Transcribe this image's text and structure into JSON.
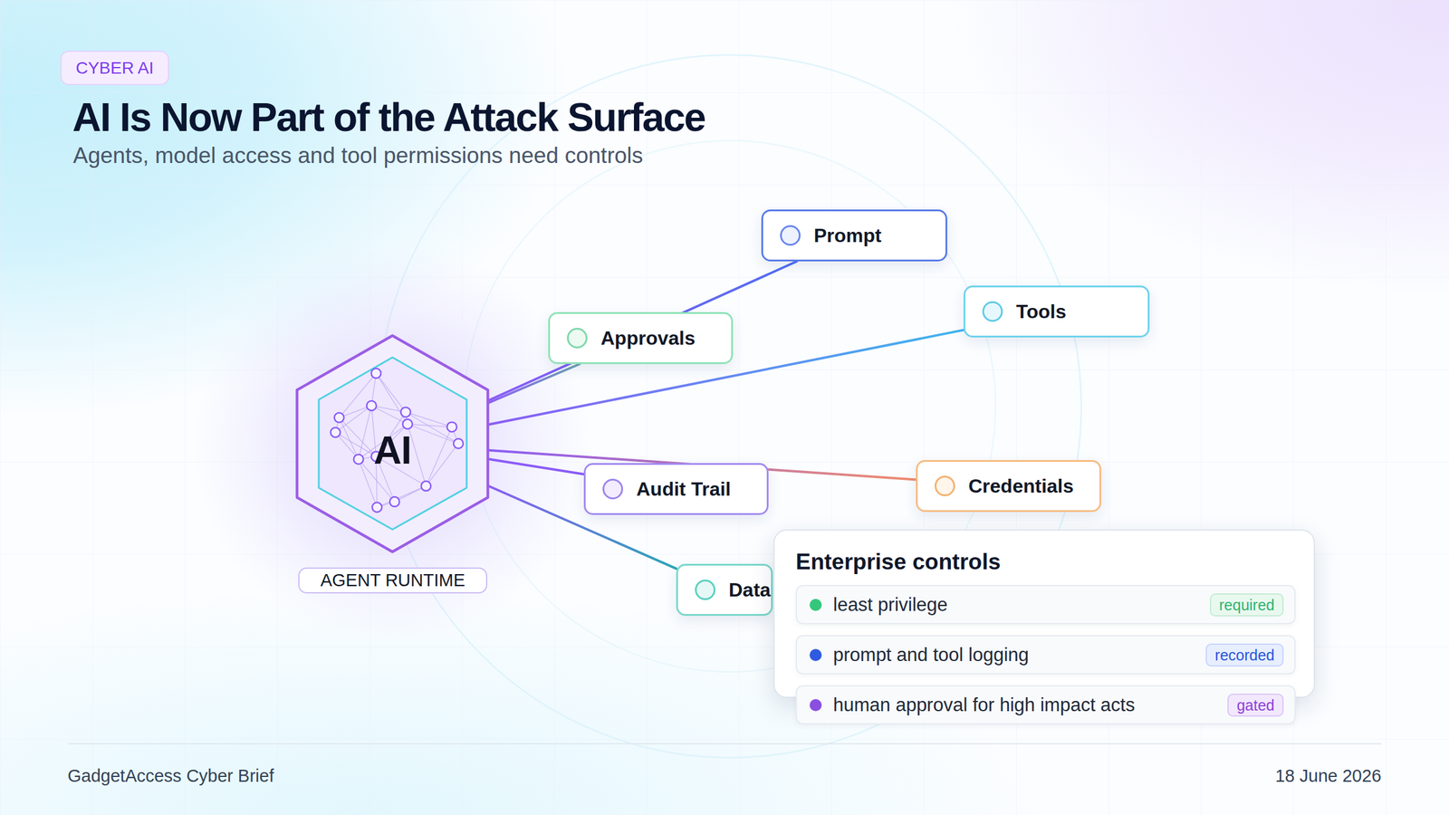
{
  "diagram": {
    "title": "AI Is Now Part of the Attack Surface",
    "nodes": [
      {
        "text": [
          "CYBER AI"
        ]
      },
      {
        "text": [
          "AI"
        ]
      },
      {
        "text": [
          "AGENT RUNTIME"
        ]
      },
      {
        "text": [
          "Prompt"
        ]
      },
      {
        "text": [
          "Approvals"
        ]
      },
      {
        "text": [
          "Tools"
        ]
      },
      {
        "text": [
          "Audit Trail"
        ]
      },
      {
        "text": [
          "Credentials"
        ]
      },
      {
        "text": [
          "Data"
        ]
      },
      {
        "text": [
          "Enterprise controls"
        ]
      },
      {
        "text": [
          "least privilege"
        ],
        "in": 9
      },
      {
        "text": [
          "required"
        ],
        "in": 10
      },
      {
        "text": [
          "prompt and tool logging"
        ],
        "in": 9
      },
      {
        "text": [
          "recorded"
        ],
        "in": 12
      },
      {
        "text": [
          "human approval for high impact acts"
        ],
        "in": 9
      },
      {
        "text": [
          "gated"
        ],
        "in": 14
      }
    ],
    "edges": [
      {
        "from": 1,
        "to": 3,
        "arrow": "none"
      },
      {
        "from": 1,
        "to": 4,
        "arrow": "none"
      },
      {
        "from": 1,
        "to": 5,
        "arrow": "none"
      },
      {
        "from": 1,
        "to": 6,
        "arrow": "none"
      },
      {
        "from": 1,
        "to": 7,
        "arrow": "none"
      },
      {
        "from": 1,
        "to": 8,
        "arrow": "none"
      }
    ],
    "labels": [
      "Agents, model access and tool permissions need controls",
      "GadgetAccess Cyber Brief",
      "18 June 2026"
    ]
  }
}
